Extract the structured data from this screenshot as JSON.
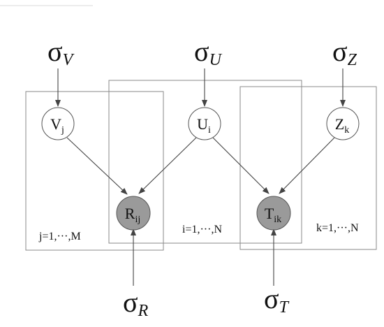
{
  "hyperparameters": {
    "sigma_v": {
      "base": "σ",
      "sub": "V"
    },
    "sigma_u": {
      "base": "σ",
      "sub": "U"
    },
    "sigma_z": {
      "base": "σ",
      "sub": "Z"
    },
    "sigma_r": {
      "base": "σ",
      "sub": "R"
    },
    "sigma_t": {
      "base": "σ",
      "sub": "T"
    }
  },
  "nodes": {
    "v": {
      "base": "V",
      "sub": "j",
      "observed": false
    },
    "u": {
      "base": "U",
      "sub": "i",
      "observed": false
    },
    "z": {
      "base": "Z",
      "sub": "k",
      "observed": false
    },
    "r": {
      "base": "R",
      "sub": "ij",
      "observed": true
    },
    "t": {
      "base": "T",
      "sub": "ik",
      "observed": true
    }
  },
  "plates": {
    "left": {
      "label": "j=1,···,M"
    },
    "middle": {
      "label": "i=1,···,N"
    },
    "right": {
      "label": "k=1,···,N"
    }
  },
  "colors": {
    "observed_fill": "#9a9a9a",
    "latent_fill": "#ffffff",
    "stroke": "#555555",
    "plate_stroke": "#8a8a8a"
  }
}
